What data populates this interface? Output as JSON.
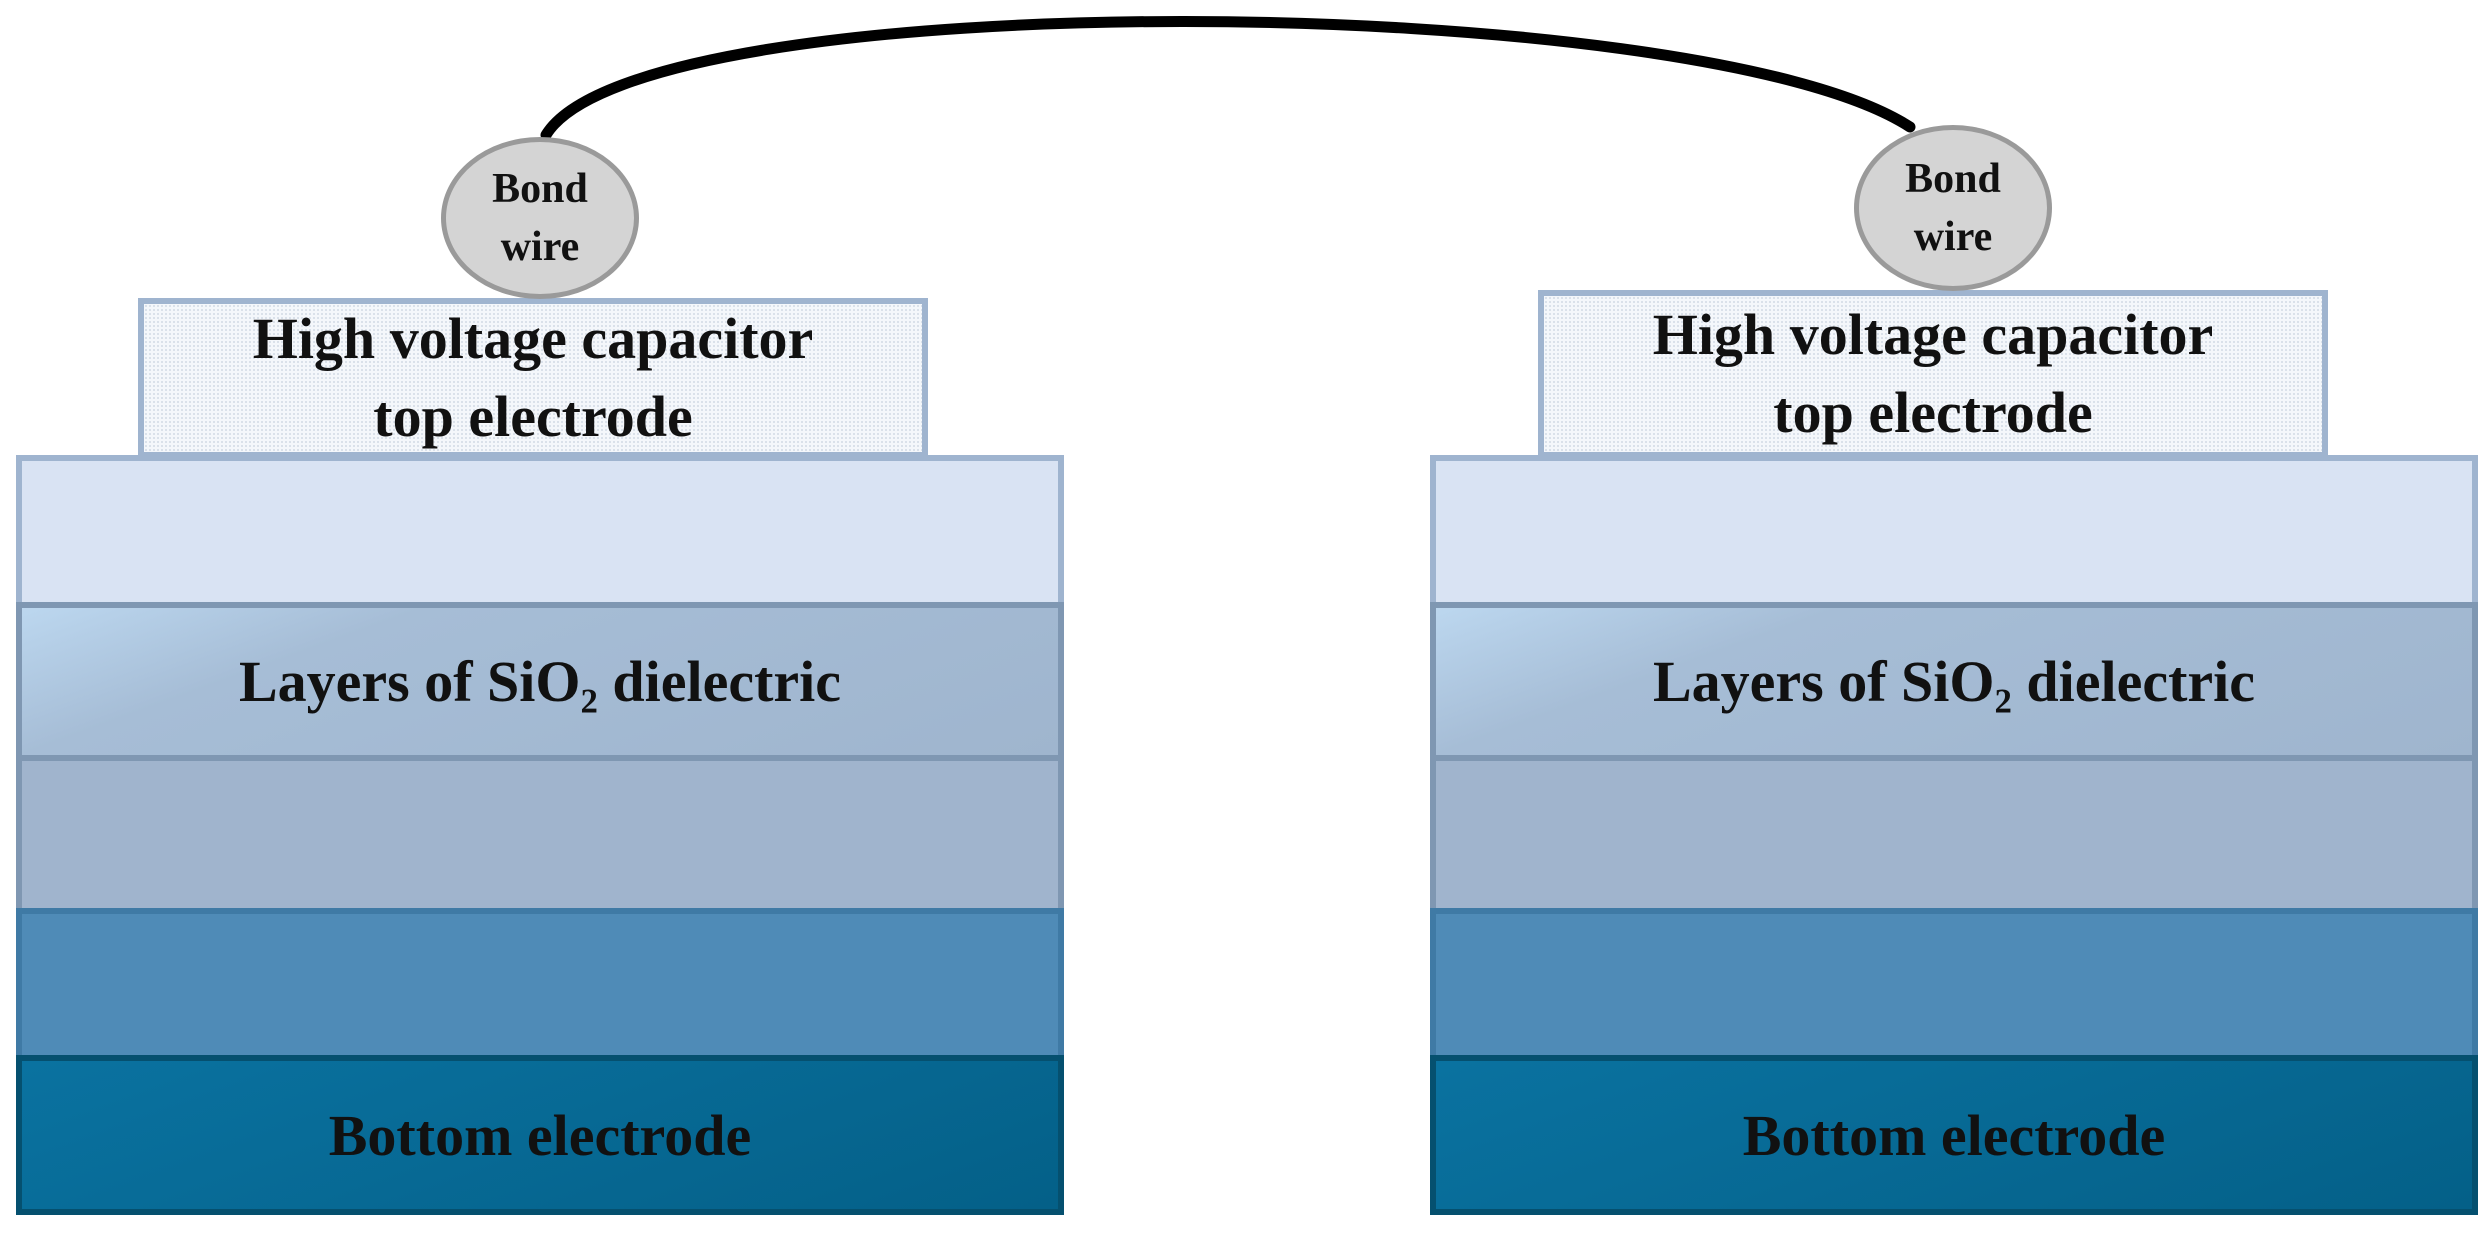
{
  "diagram": {
    "left": {
      "bond_wire": "Bond\nwire",
      "top_electrode": "High voltage capacitor\ntop electrode",
      "dielectric_label": "Layers of SiO₂ dielectric",
      "bottom_electrode": "Bottom electrode"
    },
    "right": {
      "bond_wire": "Bond\nwire",
      "top_electrode": "High voltage capacitor\ntop electrode",
      "dielectric_label": "Layers of SiO₂ dielectric",
      "bottom_electrode": "Bottom electrode"
    },
    "colors": {
      "wire": "#000000",
      "bond_fill": "#d4d4d4",
      "layer_light": "#d9e3f3",
      "layer_mid": "#a0b4cd",
      "layer_blue": "#4f8bb7",
      "bottom_electrode": "#046088"
    }
  }
}
